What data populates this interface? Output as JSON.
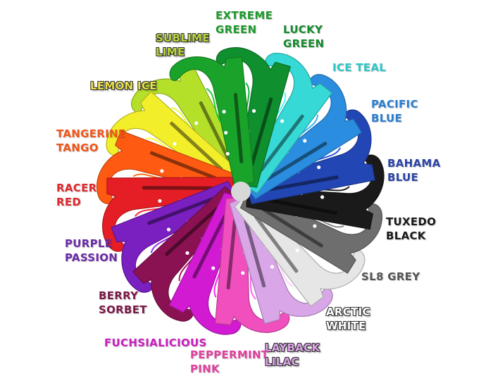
{
  "image": {
    "description_free": true,
    "hub_color": "#d8d8d8"
  },
  "colors": [
    {
      "label": "EXTREME\nGREEN",
      "color": "#1aa32a",
      "text_color": "#1f9a2c",
      "outlined": false
    },
    {
      "label": "LUCKY\nGREEN",
      "color": "#0f8f2e",
      "text_color": "#178a2e",
      "outlined": false
    },
    {
      "label": "ICE TEAL",
      "color": "#36d9d6",
      "text_color": "#2cc7c6",
      "outlined": false
    },
    {
      "label": "PACIFIC\nBLUE",
      "color": "#2a8ddf",
      "text_color": "#2a7fd0",
      "outlined": false
    },
    {
      "label": "BAHAMA\nBLUE",
      "color": "#2346b5",
      "text_color": "#2a45a8",
      "outlined": false
    },
    {
      "label": "TUXEDO\nBLACK",
      "color": "#1a1a1a",
      "text_color": "#1a1a1a",
      "outlined": false
    },
    {
      "label": "SL8 GREY",
      "color": "#6e6e6e",
      "text_color": "#555555",
      "outlined": false
    },
    {
      "label": "ARCTIC\nWHITE",
      "color": "#e6e6e6",
      "text_color": "#ffffff",
      "outlined": true
    },
    {
      "label": "LAYBACK\nLILAC",
      "color": "#d9a6e8",
      "text_color": "#dba4e6",
      "outlined": true
    },
    {
      "label": "PEPPERMINT\nPINK",
      "color": "#f04fbd",
      "text_color": "#e0409f",
      "outlined": false
    },
    {
      "label": "FUCHSIALICIOUS",
      "color": "#d21ad2",
      "text_color": "#c81fbf",
      "outlined": false
    },
    {
      "label": "BERRY\nSORBET",
      "color": "#8a1252",
      "text_color": "#7a1a48",
      "outlined": false
    },
    {
      "label": "PURPLE\nPASSION",
      "color": "#7a1fc0",
      "text_color": "#6a2aa8",
      "outlined": false
    },
    {
      "label": "RACER\nRED",
      "color": "#e51e25",
      "text_color": "#e0282e",
      "outlined": false
    },
    {
      "label": "TANGERINE\nTANGO",
      "color": "#ff5a12",
      "text_color": "#f0561a",
      "outlined": false
    },
    {
      "label": "LEMON ICE",
      "color": "#f2ee2a",
      "text_color": "#e8e04a",
      "outlined": true
    },
    {
      "label": "SUBLIME\nLIME",
      "color": "#b5e02a",
      "text_color": "#b8d63a",
      "outlined": true
    }
  ]
}
